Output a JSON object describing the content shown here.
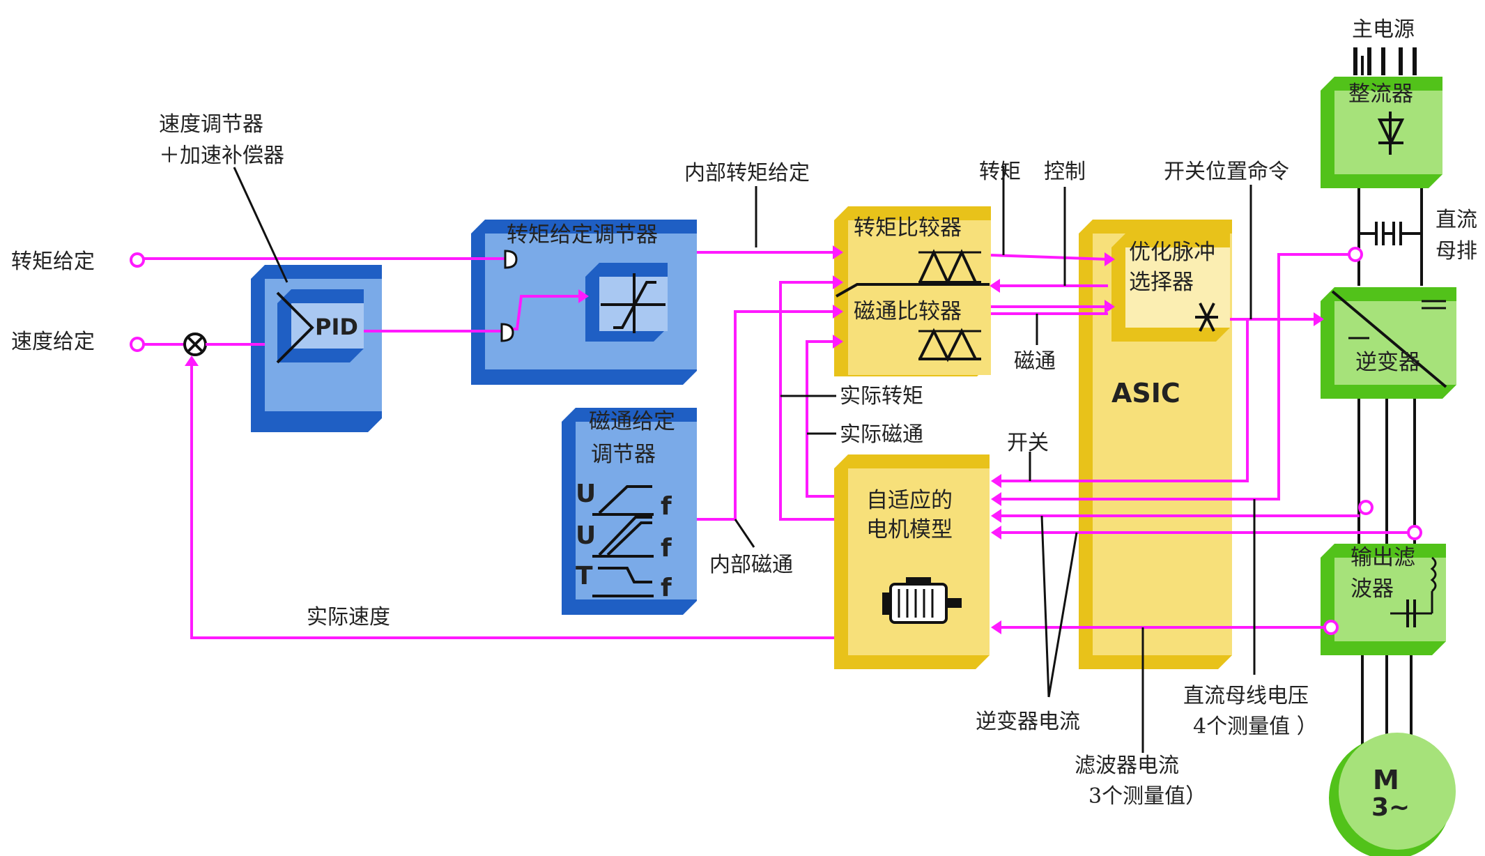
{
  "labels": {
    "torque_ref": "转矩给定",
    "speed_ref": "速度给定",
    "speed_ctrl_1": "速度调节器",
    "speed_ctrl_2": "＋加速补偿器",
    "pid": "PID",
    "torque_ref_ctrl": "转矩给定调节器",
    "internal_torque_ref": "内部转矩给定",
    "flux_ref_ctrl_1": "磁通给定",
    "flux_ref_ctrl_2": "调节器",
    "internal_flux": "内部磁通",
    "actual_speed": "实际速度",
    "torque_comparator": "转矩比较器",
    "flux_comparator": "磁通比较器",
    "torque": "转矩",
    "control": "控制",
    "flux": "磁通",
    "actual_torque": "实际转矩",
    "actual_flux": "实际磁通",
    "switch": "开关",
    "adaptive_model_1": "自适应的",
    "adaptive_model_2": "电机模型",
    "switch_pos_cmd": "开关位置命令",
    "optimal_pulse_1": "优化脉冲",
    "optimal_pulse_2": "选择器",
    "asic": "ASIC",
    "main_power": "主电源",
    "rectifier": "整流器",
    "dc_bus_1": "直流",
    "dc_bus_2": "母排",
    "inverter": "逆变器",
    "output_filter_1": "输出滤",
    "output_filter_2": "波器",
    "motor_m": "M",
    "motor_phase": "3~",
    "inverter_current": "逆变器电流",
    "filter_current_1": "滤波器电流",
    "filter_current_2": "3个测量值）",
    "dc_bus_voltage_1": "直流母线电压",
    "dc_bus_voltage_2": "4个测量值 ）",
    "u": "U",
    "t": "T",
    "f": "f"
  },
  "colors": {
    "signal": "#ff1aff",
    "blue_block": "#7aaae8",
    "blue_dark": "#1f5fc4",
    "yellow_block": "#f7e07a",
    "yellow_dark": "#e8c21a",
    "green_block": "#a6e27a",
    "green_dark": "#52c21a"
  }
}
